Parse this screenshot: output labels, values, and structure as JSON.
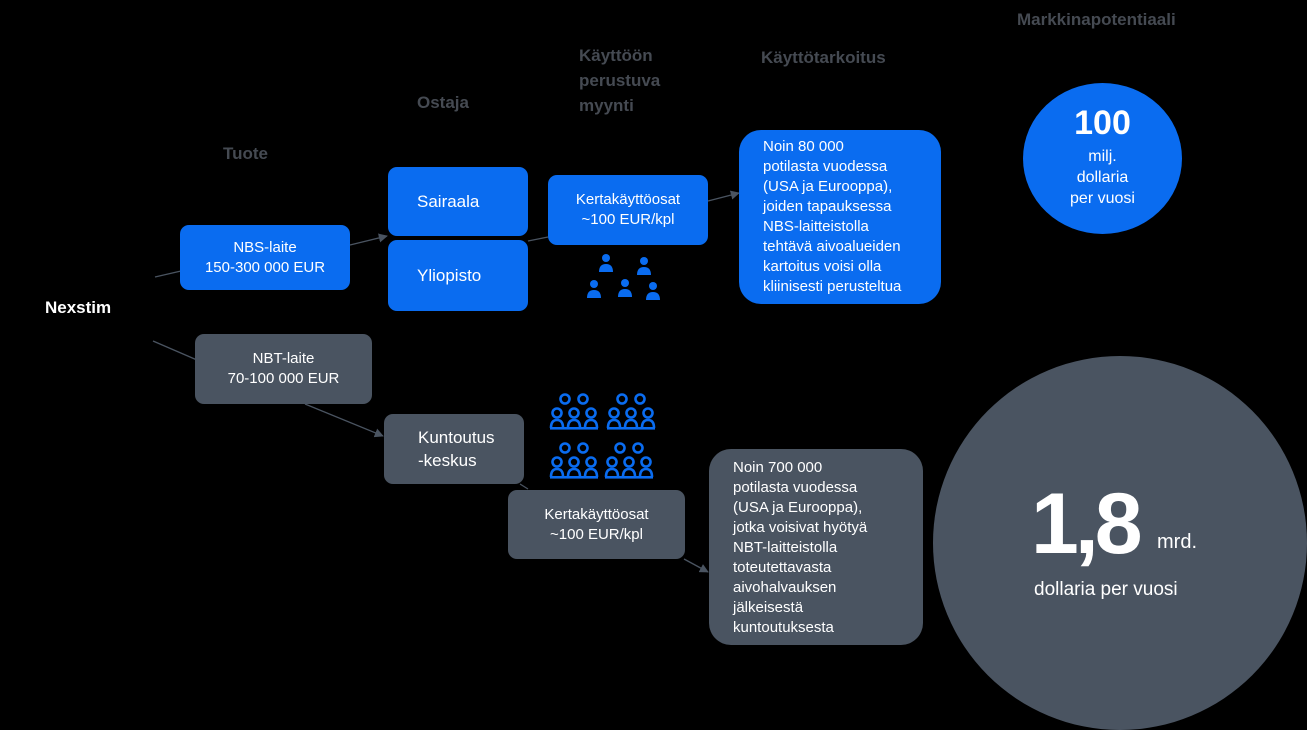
{
  "headers": {
    "tuote": "Tuote",
    "ostaja": "Ostaja",
    "myynti": "Käyttöön\nperustuva\nmyynti",
    "kayttotarkoitus": "Käyttötarkoitus",
    "markkinapotentiaali": "Markkinapotentiaali"
  },
  "company": "Nexstim",
  "nbs": {
    "device": "NBS-laite\n150-300 000 EUR",
    "buyer_1": "Sairaala",
    "buyer_2": "Yliopisto",
    "consumables": "Kertakäyttöosat\n~100 EUR/kpl",
    "purpose": "Noin 80 000\npotilasta vuodessa\n(USA ja Eurooppa),\njoiden tapauksessa\nNBS-laitteistolla\ntehtävä aivoalueiden\nkartoitus voisi olla\nkliinisesti perusteltua",
    "market_value": "100",
    "market_unit": "milj.\ndollaria\nper vuosi"
  },
  "nbt": {
    "device": "NBT-laite\n70-100 000 EUR",
    "buyer": "Kuntoutus\n-keskus",
    "consumables": "Kertakäyttöosat\n~100 EUR/kpl",
    "purpose": "Noin 700 000\npotilasta vuodessa\n(USA ja Eurooppa),\njotka voisivat hyötyä\nNBT-laitteistolla\ntoteutettavasta\naivohalvauksen\njälkeisestä\nkuntoutuksesta",
    "market_value": "1,8",
    "market_suffix": "mrd.",
    "market_unit": "dollaria per vuosi"
  },
  "colors": {
    "blue": "#0a6cf0",
    "gray": "#4a5461",
    "header": "#454a52",
    "line": "#4a5461"
  },
  "icons": {
    "nbs_people": "person-icon",
    "nbt_groups": "group-icon"
  }
}
